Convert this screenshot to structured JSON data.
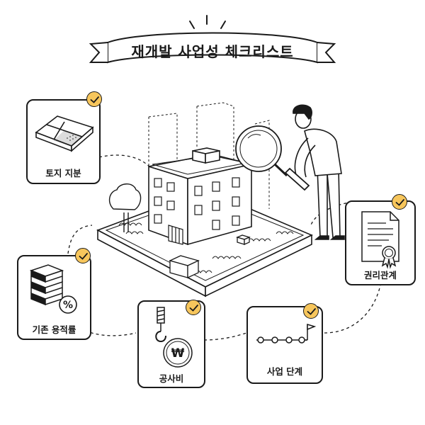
{
  "title": "재개발 사업성 체크리스트",
  "accent_color": "#f7c65c",
  "line_color": "#1a1a1a",
  "items": [
    {
      "id": "land-share",
      "label": "토지 지분",
      "icon": "land-grid-icon",
      "checked": true
    },
    {
      "id": "floor-area-ratio",
      "label": "기존 용적률",
      "icon": "stacked-layers-percent-icon",
      "checked": true
    },
    {
      "id": "construction-cost",
      "label": "공사비",
      "icon": "crane-hook-won-icon",
      "checked": true
    },
    {
      "id": "project-stage",
      "label": "사업 단계",
      "icon": "progress-flag-icon",
      "checked": true
    },
    {
      "id": "rights-relations",
      "label": "권리관계",
      "icon": "certificate-document-icon",
      "checked": true
    }
  ],
  "center_illustration": "apartment-building-magnifier-inspection"
}
